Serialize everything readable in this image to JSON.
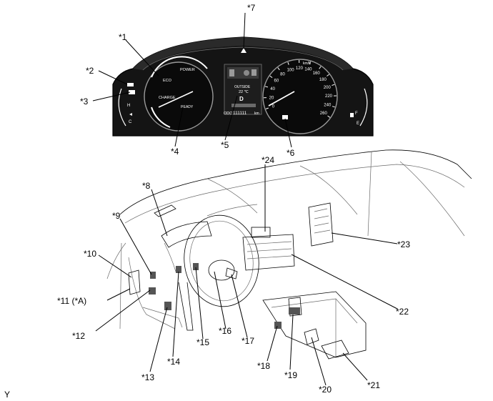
{
  "callouts": {
    "c1": "*1",
    "c2": "*2",
    "c3": "*3",
    "c4": "*4",
    "c5": "*5",
    "c6": "*6",
    "c7": "*7",
    "c8": "*8",
    "c9": "*9",
    "c10": "*10",
    "c11": "*11 (*A)",
    "c12": "*12",
    "c13": "*13",
    "c14": "*14",
    "c15": "*15",
    "c16": "*16",
    "c17": "*17",
    "c18": "*18",
    "c19": "*19",
    "c20": "*20",
    "c21": "*21",
    "c22": "*22",
    "c23": "*23",
    "c24": "*24"
  },
  "cluster": {
    "left_gauge": {
      "power": "POWER",
      "eco": "ECO",
      "charge": "CHARGE",
      "ready": "READY"
    },
    "display": {
      "outside_label": "OUTSIDE",
      "outside_temp": "22 ℃",
      "gear": "D",
      "odo_label": "ODO",
      "odo_value": "111111",
      "odo_unit": "km"
    },
    "speedometer": {
      "ticks": [
        "0",
        "20",
        "40",
        "60",
        "80",
        "100",
        "120",
        "140",
        "160",
        "180",
        "200",
        "220",
        "240",
        "260"
      ],
      "unit": "km/h"
    },
    "left_side_gauge": {
      "high": "H",
      "low": "C"
    },
    "right_side_gauge": {
      "full": "F",
      "empty": "E"
    }
  },
  "footer": {
    "code": "Y"
  }
}
